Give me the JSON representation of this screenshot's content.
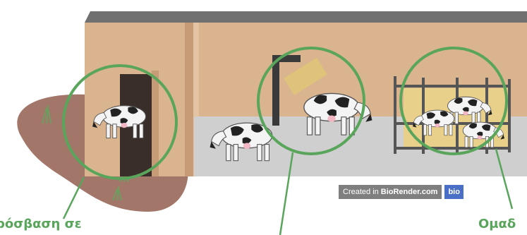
{
  "labels": {
    "left": "ρόσβαση σε",
    "right": "Ομαδ"
  },
  "watermark": {
    "prefix": "Created in",
    "brand": "BioRender.com",
    "logo": "bio"
  },
  "colors": {
    "accent": "#5aa55c",
    "barn_wall": "#d9b48f",
    "roof": "#707070",
    "floor": "#cfcfcf",
    "pasture": "#a3766a",
    "label_text": "#5aa55c"
  },
  "icons": [
    "cow-icon",
    "grass-icon",
    "brush-icon",
    "pen-fence-icon",
    "straw-bedding-icon"
  ]
}
